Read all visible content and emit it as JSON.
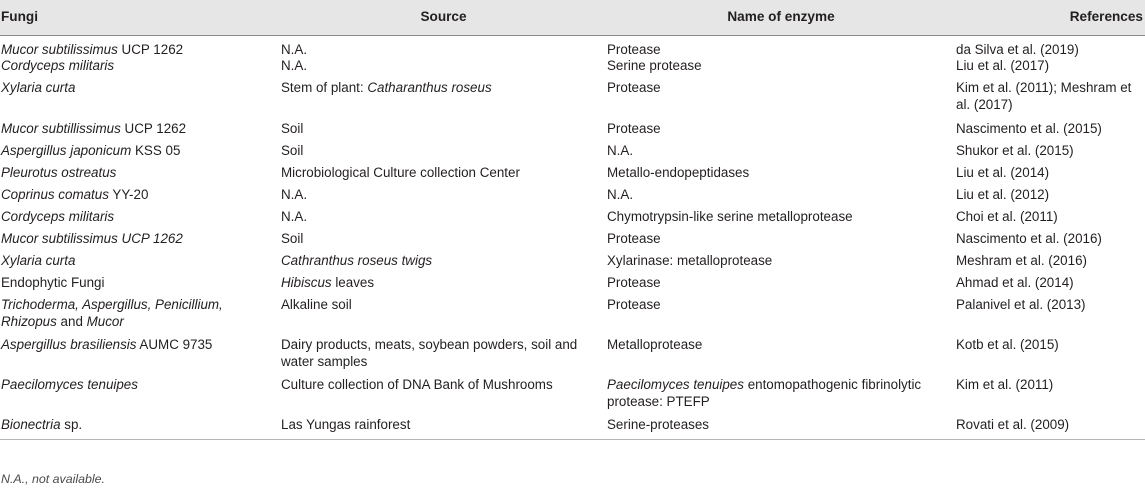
{
  "headers": [
    "Fungi",
    "Source",
    "Name of enzyme",
    "References"
  ],
  "rows": [
    {
      "fungi": [
        {
          "t": "Mucor subtilissimus",
          "i": true
        },
        {
          "t": " UCP 1262",
          "i": false
        }
      ],
      "source": [
        {
          "t": "N.A.",
          "i": false
        }
      ],
      "enzyme": [
        {
          "t": "Protease",
          "i": false
        }
      ],
      "ref": "da Silva et al. (2019)"
    },
    {
      "fungi": [
        {
          "t": "Cordyceps militaris",
          "i": true
        }
      ],
      "source": [
        {
          "t": "N.A.",
          "i": false
        }
      ],
      "enzyme": [
        {
          "t": "Serine protease",
          "i": false
        }
      ],
      "ref": "Liu et al. (2017)"
    },
    {
      "fungi": [
        {
          "t": "Xylaria curta",
          "i": true
        }
      ],
      "source": [
        {
          "t": "Stem of plant: ",
          "i": false
        },
        {
          "t": "Catharanthus roseus",
          "i": true
        }
      ],
      "enzyme": [
        {
          "t": "Protease",
          "i": false
        }
      ],
      "ref": "Kim et al. (2011); Meshram et al. (2017)"
    },
    {
      "fungi": [
        {
          "t": "Mucor subtillissimus",
          "i": true
        },
        {
          "t": " UCP 1262",
          "i": false
        }
      ],
      "source": [
        {
          "t": "Soil",
          "i": false
        }
      ],
      "enzyme": [
        {
          "t": "Protease",
          "i": false
        }
      ],
      "ref": "Nascimento et al. (2015)"
    },
    {
      "fungi": [
        {
          "t": "Aspergillus japonicum",
          "i": true
        },
        {
          "t": " KSS 05",
          "i": false
        }
      ],
      "source": [
        {
          "t": "Soil",
          "i": false
        }
      ],
      "enzyme": [
        {
          "t": "N.A.",
          "i": false
        }
      ],
      "ref": "Shukor et al. (2015)"
    },
    {
      "fungi": [
        {
          "t": "Pleurotus ostreatus",
          "i": true
        }
      ],
      "source": [
        {
          "t": "Microbiological Culture collection Center",
          "i": false
        }
      ],
      "enzyme": [
        {
          "t": "Metallo-endopeptidases",
          "i": false
        }
      ],
      "ref": "Liu et al. (2014)"
    },
    {
      "fungi": [
        {
          "t": "Coprinus comatus",
          "i": true
        },
        {
          "t": " YY-20",
          "i": false
        }
      ],
      "source": [
        {
          "t": "N.A.",
          "i": false
        }
      ],
      "enzyme": [
        {
          "t": "N.A.",
          "i": false
        }
      ],
      "ref": "Liu et al. (2012)"
    },
    {
      "fungi": [
        {
          "t": "Cordyceps militaris",
          "i": true
        }
      ],
      "source": [
        {
          "t": "N.A.",
          "i": false
        }
      ],
      "enzyme": [
        {
          "t": "Chymotrypsin-like serine metalloprotease",
          "i": false
        }
      ],
      "ref": "Choi et al. (2011)"
    },
    {
      "fungi": [
        {
          "t": "Mucor subtilissimus UCP 1262",
          "i": true
        }
      ],
      "source": [
        {
          "t": "Soil",
          "i": false
        }
      ],
      "enzyme": [
        {
          "t": "Protease",
          "i": false
        }
      ],
      "ref": "Nascimento et al. (2016)"
    },
    {
      "fungi": [
        {
          "t": "Xylaria curta",
          "i": true
        }
      ],
      "source": [
        {
          "t": "Cathranthus roseus twigs",
          "i": true
        }
      ],
      "enzyme": [
        {
          "t": "Xylarinase: metalloprotease",
          "i": false
        }
      ],
      "ref": "Meshram et al. (2016)"
    },
    {
      "fungi": [
        {
          "t": "Endophytic Fungi",
          "i": false
        }
      ],
      "source": [
        {
          "t": "Hibiscus",
          "i": true
        },
        {
          "t": " leaves",
          "i": false
        }
      ],
      "enzyme": [
        {
          "t": "Protease",
          "i": false
        }
      ],
      "ref": "Ahmad et al. (2014)"
    },
    {
      "fungi": [
        {
          "t": "Trichoderma, Aspergillus, Penicillium, Rhizopus",
          "i": true
        },
        {
          "t": " and ",
          "i": false
        },
        {
          "t": "Mucor",
          "i": true
        }
      ],
      "source": [
        {
          "t": "Alkaline soil",
          "i": false
        }
      ],
      "enzyme": [
        {
          "t": "Protease",
          "i": false
        }
      ],
      "ref": "Palanivel et al. (2013)"
    },
    {
      "fungi": [
        {
          "t": "Aspergillus brasiliensis",
          "i": true
        },
        {
          "t": " AUMC 9735",
          "i": false
        }
      ],
      "source": [
        {
          "t": "Dairy products, meats, soybean powders, soil and water samples",
          "i": false
        }
      ],
      "enzyme": [
        {
          "t": "Metalloprotease",
          "i": false
        }
      ],
      "ref": "Kotb et al. (2015)"
    },
    {
      "fungi": [
        {
          "t": "Paecilomyces tenuipes",
          "i": true
        }
      ],
      "source": [
        {
          "t": "Culture collection of DNA Bank of Mushrooms",
          "i": false
        }
      ],
      "enzyme": [
        {
          "t": "Paecilomyces tenuipes",
          "i": true
        },
        {
          "t": " entomopathogenic fibrinolytic protease: PTEFP",
          "i": false
        }
      ],
      "ref": "Kim et al. (2011)"
    },
    {
      "fungi": [
        {
          "t": "Bionectria",
          "i": true
        },
        {
          "t": " sp.",
          "i": false
        }
      ],
      "source": [
        {
          "t": "Las Yungas rainforest",
          "i": false
        }
      ],
      "enzyme": [
        {
          "t": "Serine-proteases",
          "i": false
        }
      ],
      "ref": "Rovati et al. (2009)"
    }
  ],
  "footnote": "N.A., not available."
}
